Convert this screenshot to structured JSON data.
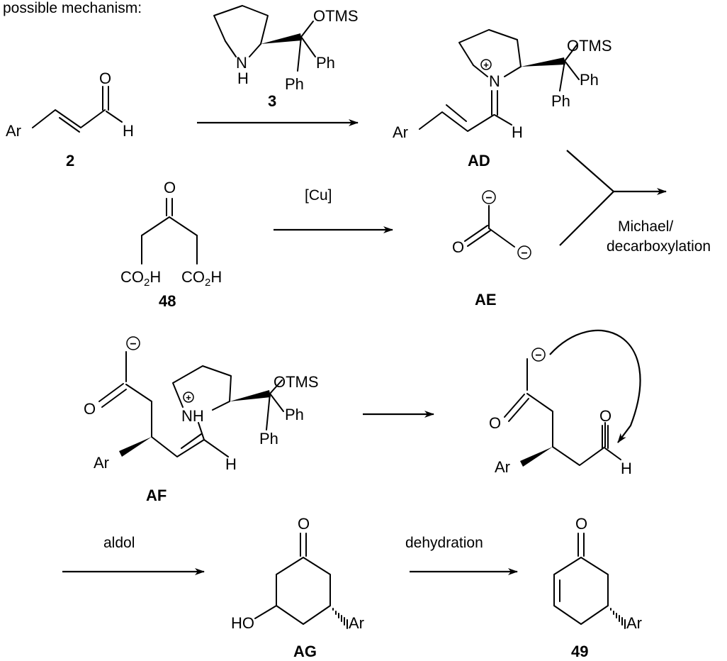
{
  "header": {
    "text": "possible mechanism:"
  },
  "compounds": {
    "c2": {
      "label": "2",
      "ar": "Ar",
      "o": "O",
      "h": "H"
    },
    "c3": {
      "label": "3",
      "n": "N",
      "h": "H",
      "otms": "OTMS",
      "ph1": "Ph",
      "ph2": "Ph"
    },
    "AD": {
      "label": "AD",
      "ar": "Ar",
      "n": "N",
      "h": "H",
      "otms": "OTMS",
      "ph1": "Ph",
      "ph2": "Ph"
    },
    "c48": {
      "label": "48",
      "o": "O",
      "acid1": "CO",
      "acid1_sub": "2",
      "acid1_end": "H",
      "acid2": "CO",
      "acid2_sub": "2",
      "acid2_end": "H"
    },
    "AE": {
      "label": "AE",
      "o": "O"
    },
    "AF": {
      "label": "AF",
      "o": "O",
      "ar": "Ar",
      "nh": "NH",
      "h": "H",
      "otms": "OTMS",
      "ph1": "Ph",
      "ph2": "Ph"
    },
    "inter": {
      "o1": "O",
      "o2": "O",
      "ar": "Ar",
      "h": "H"
    },
    "AG": {
      "label": "AG",
      "o": "O",
      "ho": "HO",
      "ar": "Ar"
    },
    "c49": {
      "label": "49",
      "o": "O",
      "ar": "Ar"
    }
  },
  "conditions": {
    "cu": "[Cu]",
    "michael1": "Michael/",
    "michael2": "decarboxylation",
    "aldol": "aldol",
    "dehydration": "dehydration"
  },
  "charges": {
    "plus": "+",
    "minus": "−"
  }
}
